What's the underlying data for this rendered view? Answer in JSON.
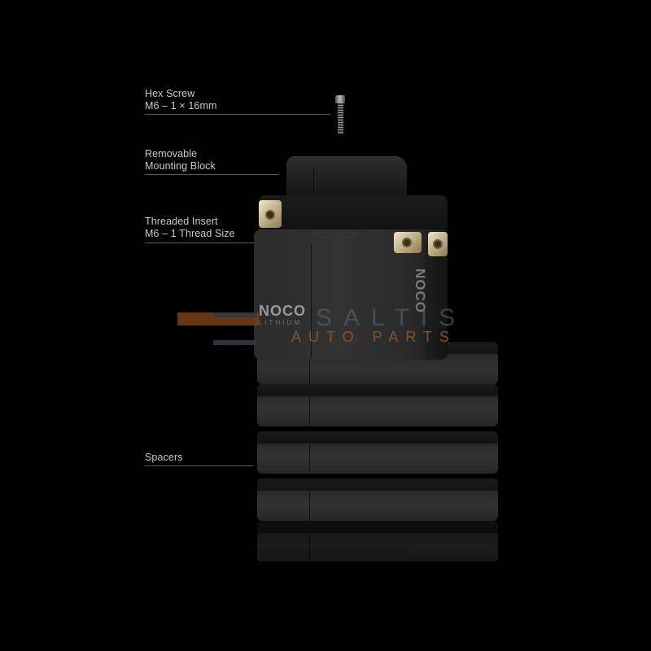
{
  "product": {
    "brand": "NOCO",
    "brand_sub": "LITHIUM",
    "description": "Exploded view of battery with mounting block, hex screw and spacers"
  },
  "callouts": [
    {
      "id": "hex-screw",
      "line1": "Hex Screw",
      "line2": "M6 – 1 × 16mm"
    },
    {
      "id": "mounting-block",
      "line1": "Removable",
      "line2": "Mounting Block"
    },
    {
      "id": "threaded-insert",
      "line1": "Threaded Insert",
      "line2": "M6 – 1 Thread Size"
    },
    {
      "id": "spacers",
      "line1": "Spacers",
      "line2": ""
    }
  ],
  "watermark": {
    "text": "SALTIS",
    "subtext": "AUTO PARTS"
  },
  "colors": {
    "background": "#000000",
    "label_text": "#c9c9c9",
    "leader_line": "#5a5a5a",
    "terminal_gold": "#d9c79a",
    "watermark_orange": "#aa5f28"
  }
}
